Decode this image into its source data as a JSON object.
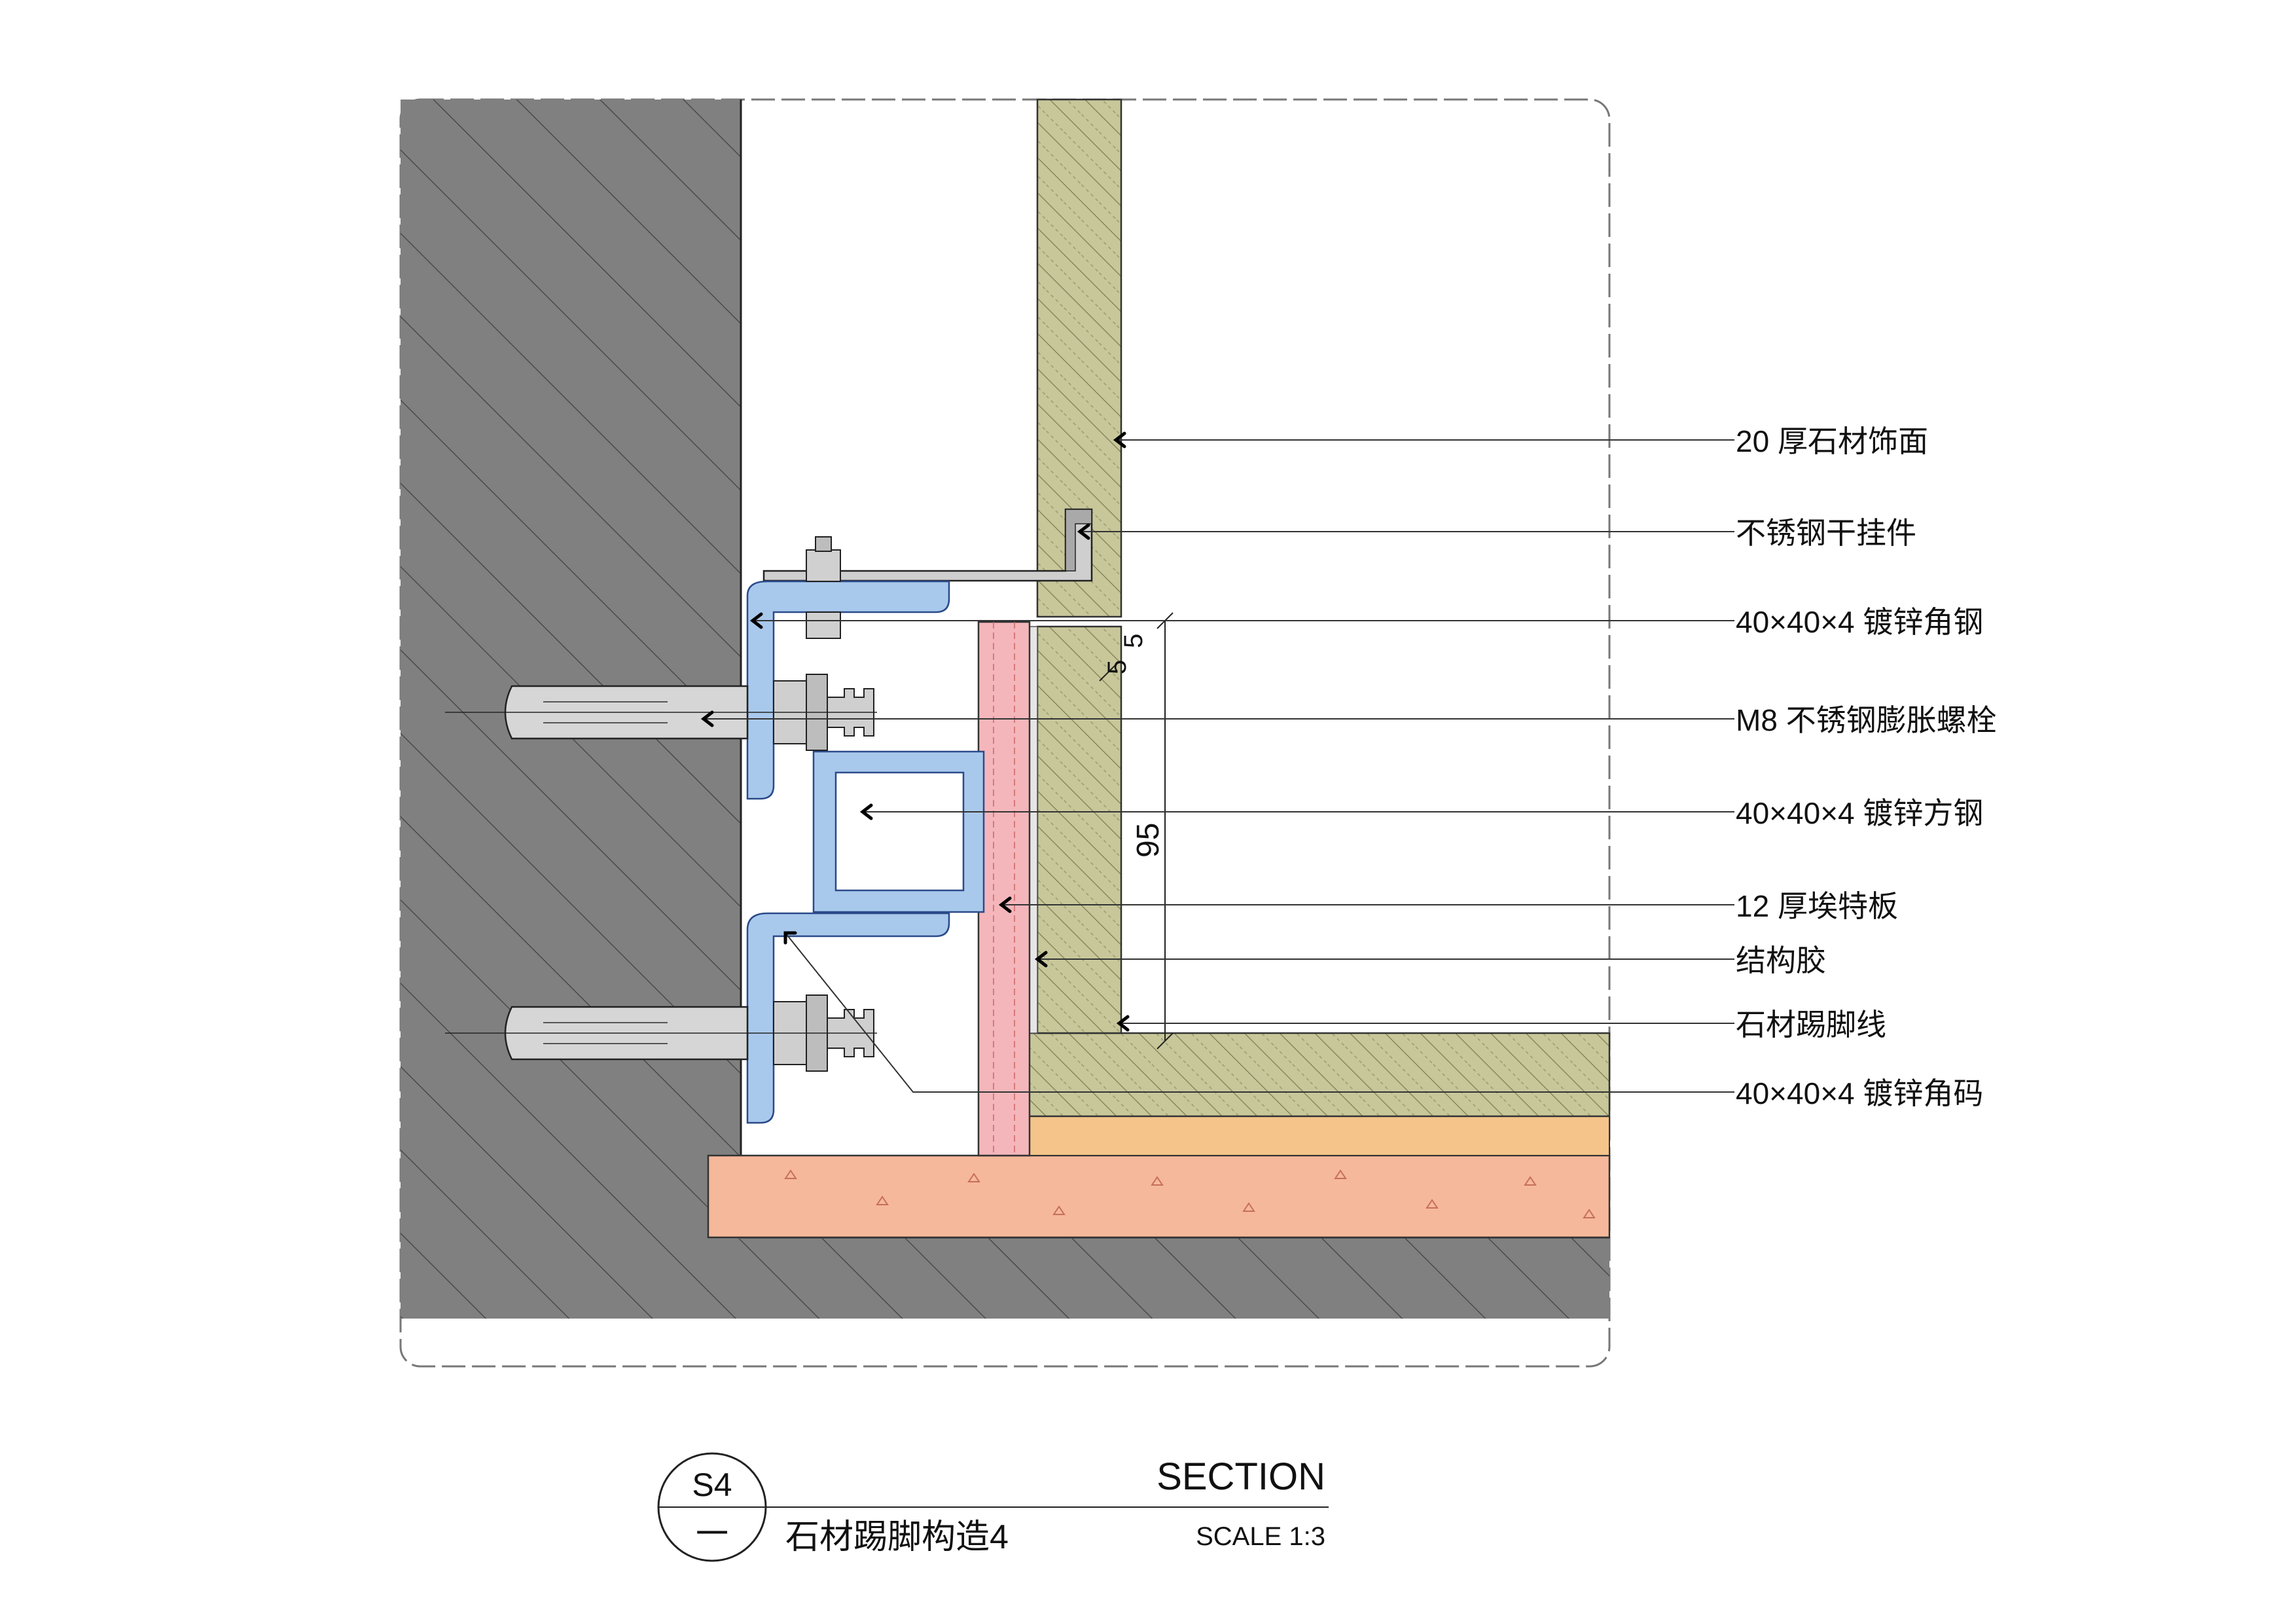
{
  "callouts": [
    {
      "id": "stone-face",
      "text": "20 厚石材饰面"
    },
    {
      "id": "dry-hang",
      "text": "不锈钢干挂件"
    },
    {
      "id": "angle-steel",
      "text": "40×40×4 镀锌角钢"
    },
    {
      "id": "expansion-bolt",
      "text": "M8 不锈钢膨胀螺栓"
    },
    {
      "id": "square-tube",
      "text": "40×40×4 镀锌方钢"
    },
    {
      "id": "eter-board",
      "text": "12 厚埃特板"
    },
    {
      "id": "adhesive",
      "text": "结构胶"
    },
    {
      "id": "stone-skirting",
      "text": "石材踢脚线"
    },
    {
      "id": "angle-bracket",
      "text": "40×40×4 镀锌角码"
    }
  ],
  "dimensions": {
    "d1": "5",
    "d2": "5",
    "d3": "95"
  },
  "title_block": {
    "symbol_top": "S4",
    "symbol_bottom": "一",
    "name": "石材踢脚构造4",
    "section_label": "SECTION",
    "scale": "SCALE 1:3"
  },
  "colors": {
    "concrete": "#808080",
    "stone": "#c7c79a",
    "steel": "#a9c9ec",
    "board": "#f4b6bb",
    "screed": "#f6b89a",
    "bedding": "#f4c48a"
  }
}
